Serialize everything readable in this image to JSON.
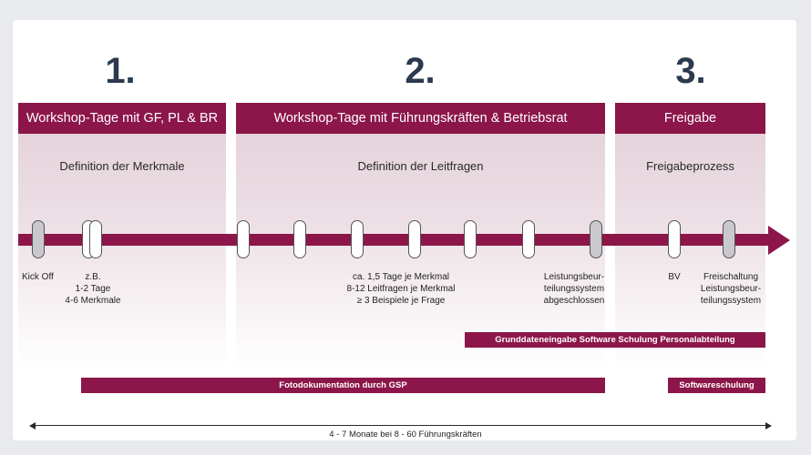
{
  "phases": [
    {
      "number": "1.",
      "title": "Workshop-Tage mit GF, PL & BR",
      "subtitle": "Definition der Merkmale"
    },
    {
      "number": "2.",
      "title": "Workshop-Tage mit Führungskräften & Betriebsrat",
      "subtitle": "Definition der Leitfragen"
    },
    {
      "number": "3.",
      "title": "Freigabe",
      "subtitle": "Freigabeprozess"
    }
  ],
  "milestone_labels": {
    "kickoff": "Kick Off",
    "phase1": "z.B.\n1-2 Tage\n4-6 Merkmale",
    "phase2": "ca. 1,5 Tage je Merkmal\n8-12 Leitfragen je Merkmal\n≥ 3 Beispiele je Frage",
    "system_done": "Leistungsbeur-\nteilungssystem\nabgeschlossen",
    "bv": "BV",
    "release": "Freischaltung\nLeistungsbeur-\nteilungssystem"
  },
  "bars": {
    "grunddaten": "Grunddateneingabe Software Schulung Personalabteilung",
    "fotodoku": "Fotodokumentation durch GSP",
    "softwareschulung": "Softwareschulung"
  },
  "duration_label": "4 - 7 Monate bei 8 - 60 Führungskräften",
  "colors": {
    "accent": "#8c164a",
    "milestone_gray": "#c9c9cd",
    "heading": "#2b3a4d"
  }
}
